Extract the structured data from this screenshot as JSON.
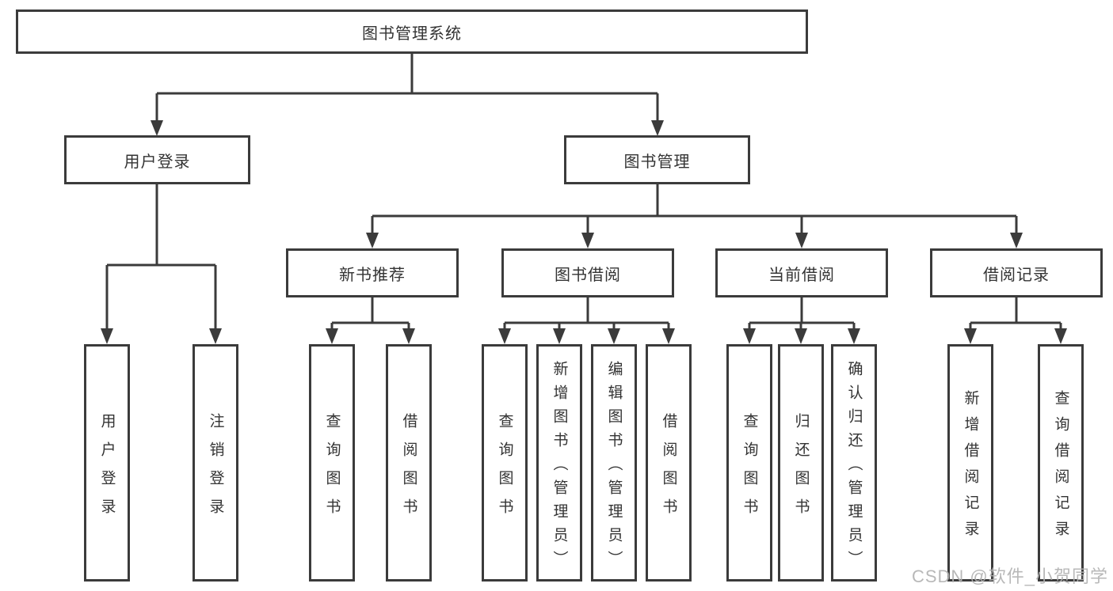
{
  "diagram": {
    "root": {
      "label": "图书管理系统"
    },
    "level2": [
      {
        "id": "user-login",
        "label": "用户登录"
      },
      {
        "id": "book-management",
        "label": "图书管理"
      }
    ],
    "level3": [
      {
        "id": "new-book-recommend",
        "parent": "图书管理",
        "label": "新书推荐"
      },
      {
        "id": "book-borrowing",
        "parent": "图书管理",
        "label": "图书借阅"
      },
      {
        "id": "current-borrowing",
        "parent": "图书管理",
        "label": "当前借阅"
      },
      {
        "id": "borrowing-records",
        "parent": "图书管理",
        "label": "借阅记录"
      }
    ],
    "leaves": [
      {
        "parent": "用户登录",
        "label": "用户登录"
      },
      {
        "parent": "用户登录",
        "label": "注销登录"
      },
      {
        "parent": "新书推荐",
        "label": "查询图书"
      },
      {
        "parent": "新书推荐",
        "label": "借阅图书"
      },
      {
        "parent": "图书借阅",
        "label": "查询图书"
      },
      {
        "parent": "图书借阅",
        "label": "新增图书（管理员）"
      },
      {
        "parent": "图书借阅",
        "label": "编辑图书（管理员）"
      },
      {
        "parent": "图书借阅",
        "label": "借阅图书"
      },
      {
        "parent": "当前借阅",
        "label": "查询图书"
      },
      {
        "parent": "当前借阅",
        "label": "归还图书"
      },
      {
        "parent": "当前借阅",
        "label": "确认归还（管理员）"
      },
      {
        "parent": "借阅记录",
        "label": "新增借阅记录"
      },
      {
        "parent": "借阅记录",
        "label": "查询借阅记录"
      }
    ]
  },
  "watermark": {
    "text": "CSDN @软件_小贺同学"
  },
  "colors": {
    "line": "#3b3b3b",
    "text": "#333333",
    "background": "#ffffff",
    "watermark": "#b1b1b1"
  }
}
